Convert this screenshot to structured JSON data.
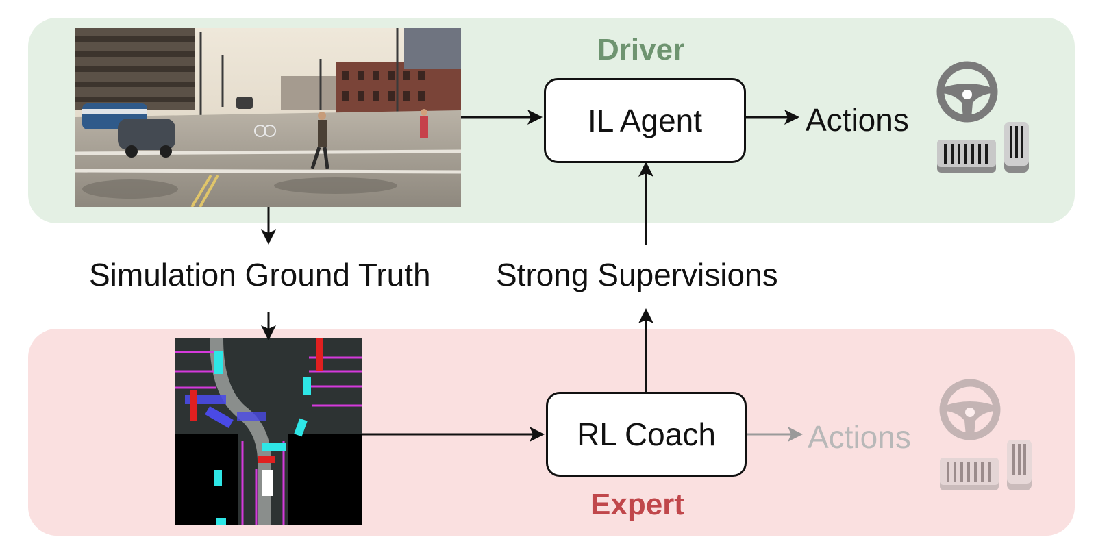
{
  "driver": {
    "title": "Driver",
    "agent_label": "IL Agent",
    "actions_label": "Actions",
    "title_color": "#6e9470",
    "panel_color": "#e4f0e4"
  },
  "middle": {
    "ground_truth_label": "Simulation Ground Truth",
    "supervision_label": "Strong Supervisions"
  },
  "expert": {
    "title": "Expert",
    "coach_label": "RL Coach",
    "actions_label": "Actions",
    "title_color": "#c0474b",
    "panel_color": "#fae0e0",
    "faded_color": "#b8b8b8"
  },
  "icons": {
    "camera": "driving-scene-camera-image",
    "bev": "birds-eye-view-ground-truth-map",
    "steering": "steering-wheel-icon",
    "pedals": "pedals-icon"
  }
}
